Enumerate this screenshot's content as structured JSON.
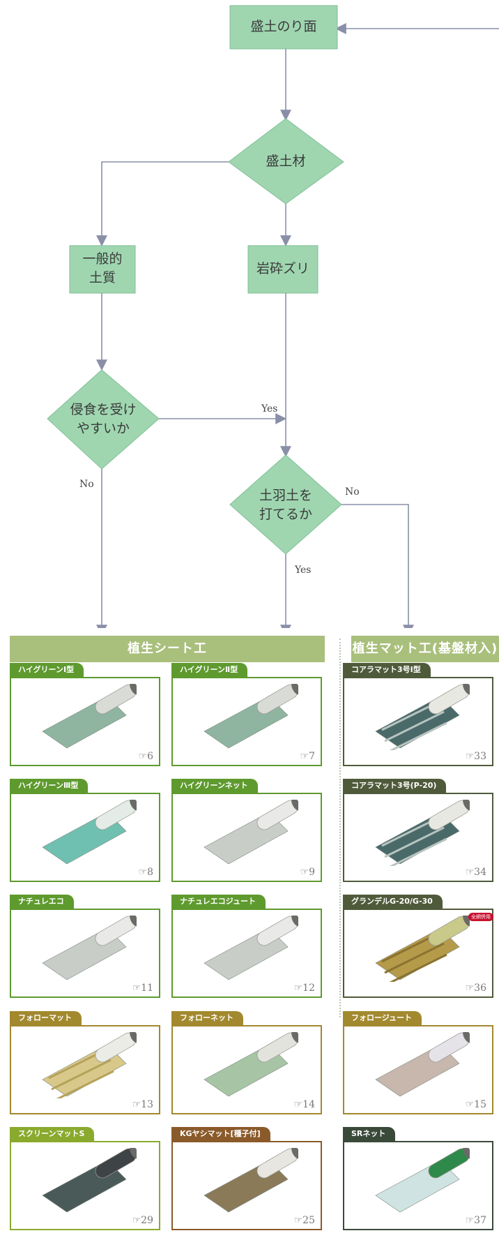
{
  "flow": {
    "nodes": {
      "start": "盛土のり面",
      "material": "盛土材",
      "general_soil": [
        "一般的",
        "土質"
      ],
      "rock": "岩砕ズリ",
      "erosion": [
        "侵食を受け",
        "やすいか"
      ],
      "soil_cap": [
        "土羽土を",
        "打てるか"
      ]
    },
    "labels": {
      "yes1": "Yes",
      "no1": "No",
      "no2": "No",
      "yes2": "Yes"
    },
    "colors": {
      "node_fill": "#9fd6b0",
      "node_stroke": "#7fbf95",
      "arrow": "#8a8fa8"
    }
  },
  "sections": {
    "left_title": "植生シート工",
    "right_title": "植生マット工(基盤材入)",
    "left_color": "#a9bf7c",
    "right_color": "#a9bf7c"
  },
  "products": [
    {
      "name": "ハイグリーンⅠ型",
      "page": "☞6",
      "tab_color": "#5e9a2e",
      "thumb": "sheet-green"
    },
    {
      "name": "ハイグリーンⅡ型",
      "page": "☞7",
      "tab_color": "#5e9a2e",
      "thumb": "sheet-green"
    },
    {
      "name": "コアラマット3号Ⅰ型",
      "page": "☞33",
      "tab_color": "#4f5a3a",
      "thumb": "mat-dark"
    },
    {
      "name": "ハイグリーンⅢ型",
      "page": "☞8",
      "tab_color": "#5e9a2e",
      "thumb": "sheet-teal"
    },
    {
      "name": "ハイグリーンネット",
      "page": "☞9",
      "tab_color": "#5e9a2e",
      "thumb": "sheet-grey"
    },
    {
      "name": "コアラマット3号(P-20)",
      "page": "☞34",
      "tab_color": "#4f5a3a",
      "thumb": "mat-dark"
    },
    {
      "name": "ナチュレエコ",
      "page": "☞11",
      "tab_color": "#5e9a2e",
      "thumb": "sheet-grey"
    },
    {
      "name": "ナチュレエコジュート",
      "page": "☞12",
      "tab_color": "#5e9a2e",
      "thumb": "sheet-grey"
    },
    {
      "name": "グランデルG-20/G-30",
      "page": "☞36",
      "tab_color": "#4f5a3a",
      "thumb": "mat-straw",
      "badge": "全網併用"
    },
    {
      "name": "フォローマット",
      "page": "☞13",
      "tab_color": "#a2892e",
      "thumb": "mat-yellow"
    },
    {
      "name": "フォローネット",
      "page": "☞14",
      "tab_color": "#a2892e",
      "thumb": "sheet-lightgreen"
    },
    {
      "name": "フォロージュート",
      "page": "☞15",
      "tab_color": "#a2892e",
      "thumb": "sheet-beige"
    },
    {
      "name": "スクリーンマットS",
      "page": "☞29",
      "tab_color": "#8aaa2e",
      "thumb": "mat-charcoal"
    },
    {
      "name": "KGヤシマット[種子付]",
      "page": "☞25",
      "tab_color": "#8a5a2a",
      "thumb": "mat-brown"
    },
    {
      "name": "SRネット",
      "page": "☞37",
      "tab_color": "#3a4a3a",
      "thumb": "net-green"
    }
  ]
}
